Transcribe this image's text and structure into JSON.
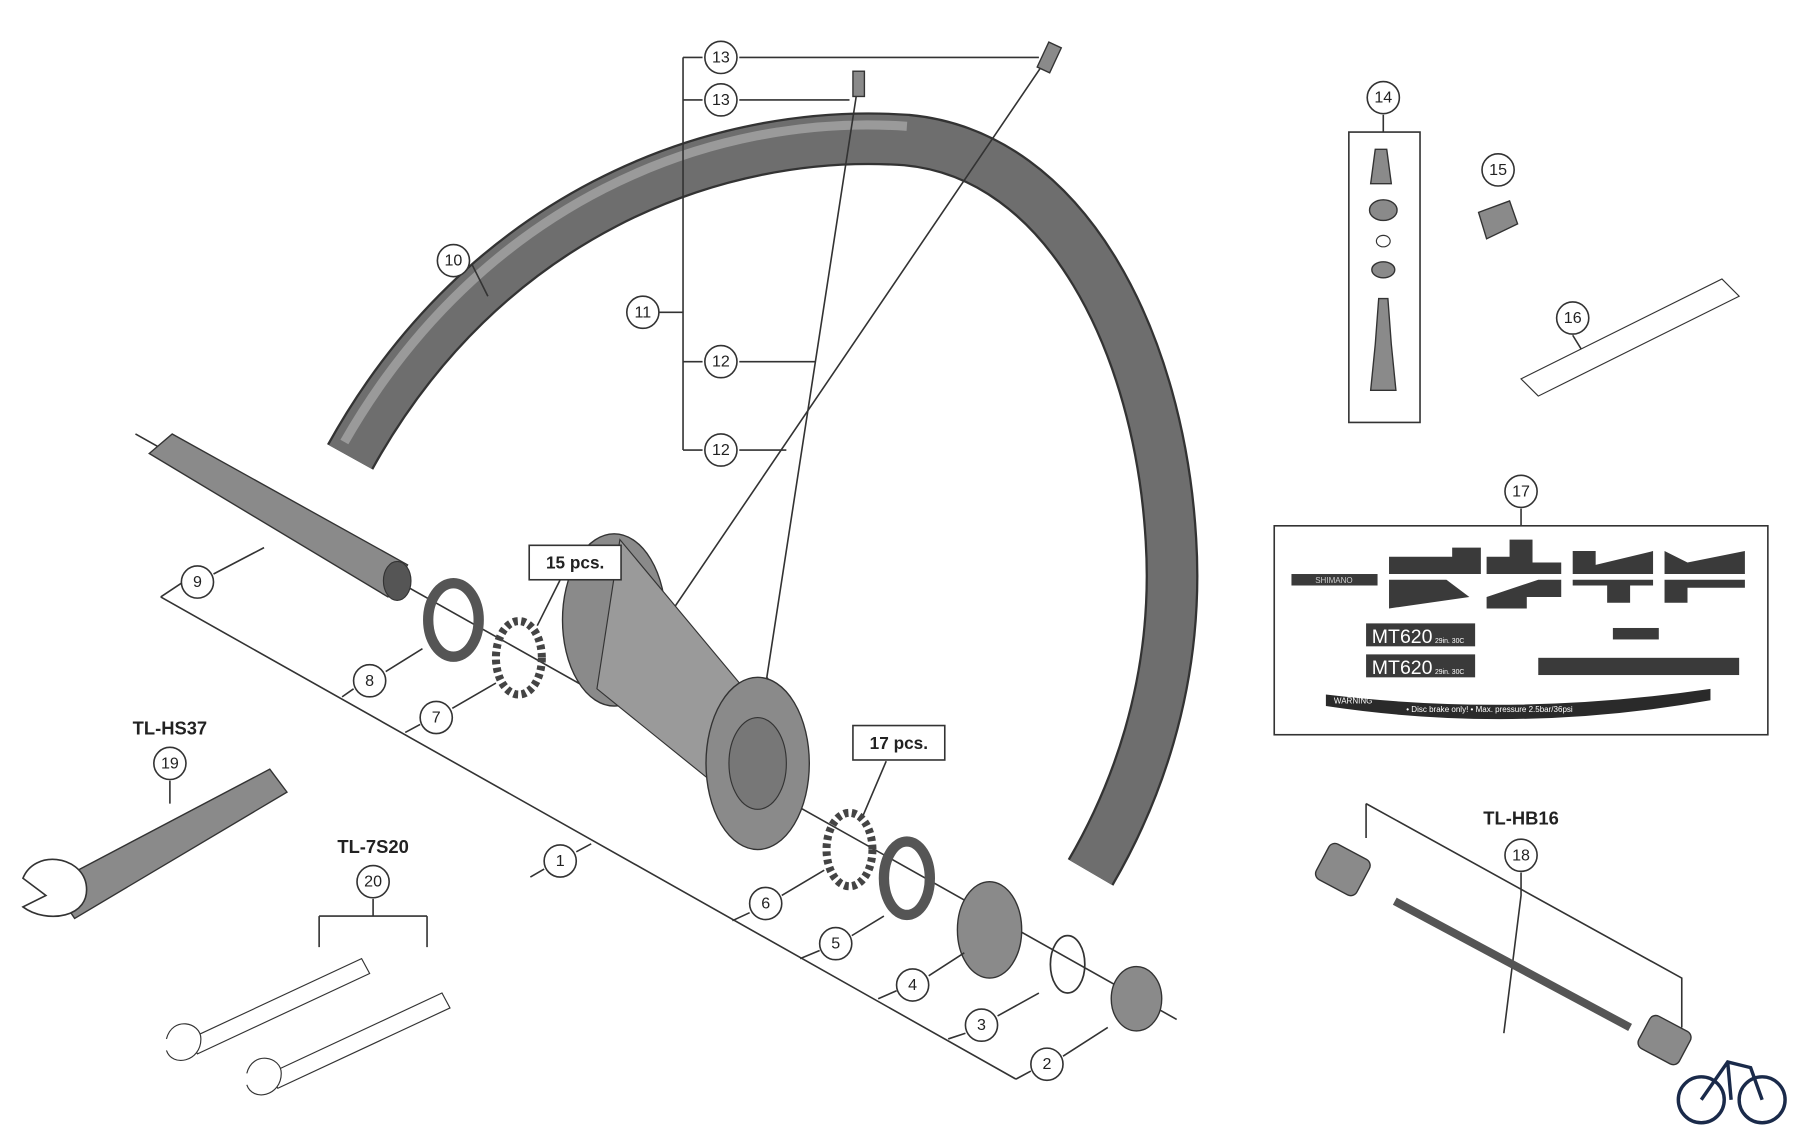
{
  "callouts": {
    "c1": "1",
    "c2": "2",
    "c3": "3",
    "c4": "4",
    "c5": "5",
    "c6": "6",
    "c7": "7",
    "c8": "8",
    "c9": "9",
    "c10": "10",
    "c11": "11",
    "c12a": "12",
    "c12b": "12",
    "c13a": "13",
    "c13b": "13",
    "c14": "14",
    "c15": "15",
    "c16": "16",
    "c17": "17",
    "c18": "18",
    "c19": "19",
    "c20": "20"
  },
  "quantities": {
    "balls_left": "15 pcs.",
    "balls_right": "17 pcs."
  },
  "tools": {
    "tl_hs37": "TL-HS37",
    "tl_7s20": "TL-7S20",
    "tl_hb16": "TL-HB16"
  },
  "decals": {
    "brand": "SHIMANO",
    "model_a": "MT620",
    "size_a": "29in. 30C",
    "model_b": "MT620",
    "size_b": "29in. 30C",
    "warning": "WARNING",
    "warning_text": "• Disc brake only! • Max. pressure 2.5bar/36psi"
  },
  "colors": {
    "line": "#333333",
    "part": "#8a8a8a",
    "decal": "#3a3a3a",
    "logo": "#1a2a4a"
  }
}
